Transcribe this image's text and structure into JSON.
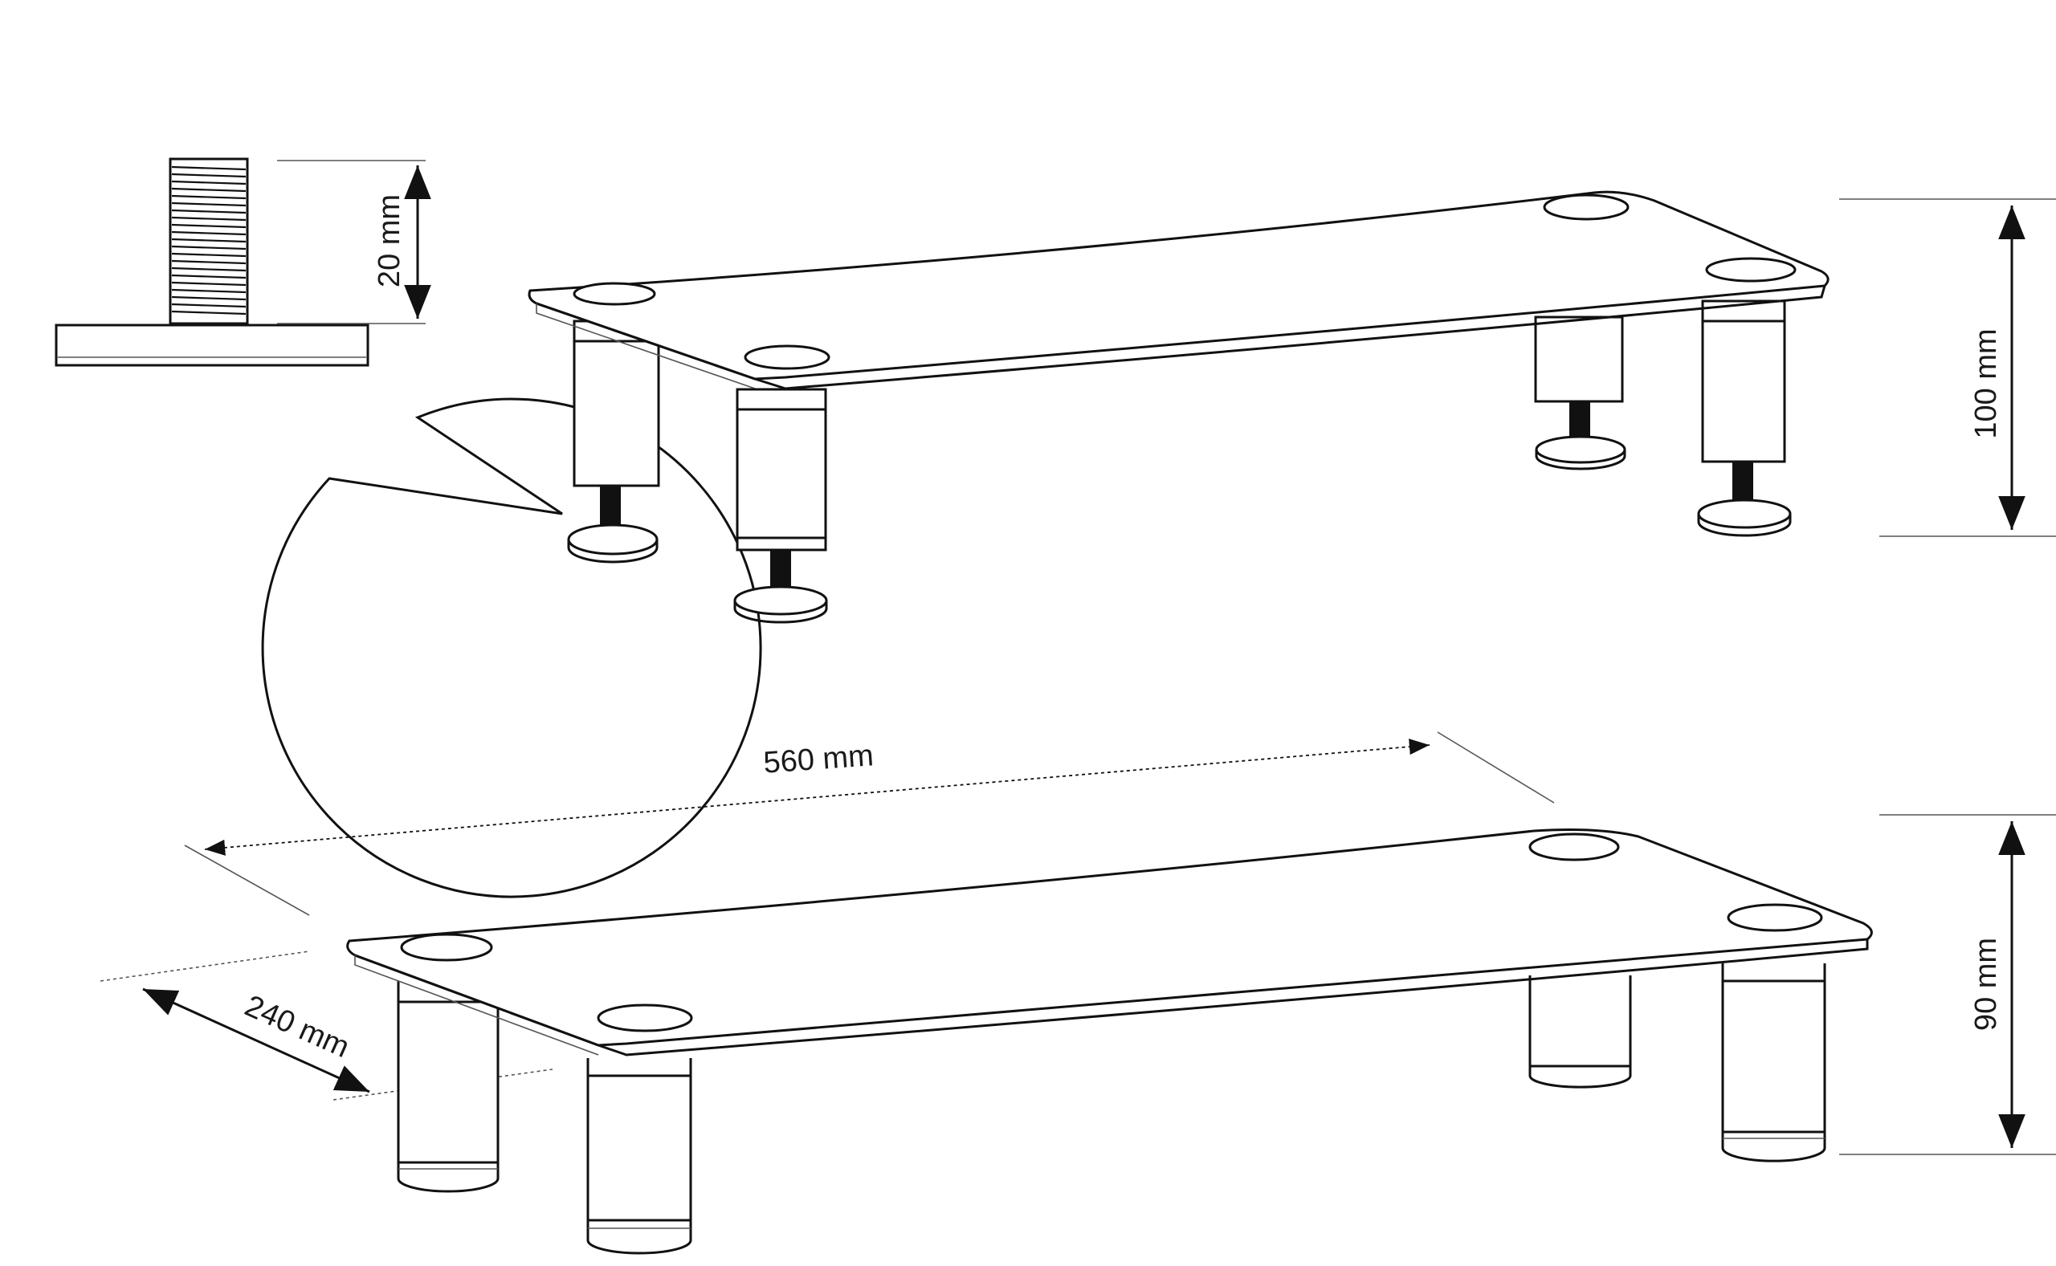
{
  "dimensions": {
    "thread_length": "20 mm",
    "height_top": "100 mm",
    "length": "560 mm",
    "depth": "240 mm",
    "height_bottom": "90 mm"
  }
}
